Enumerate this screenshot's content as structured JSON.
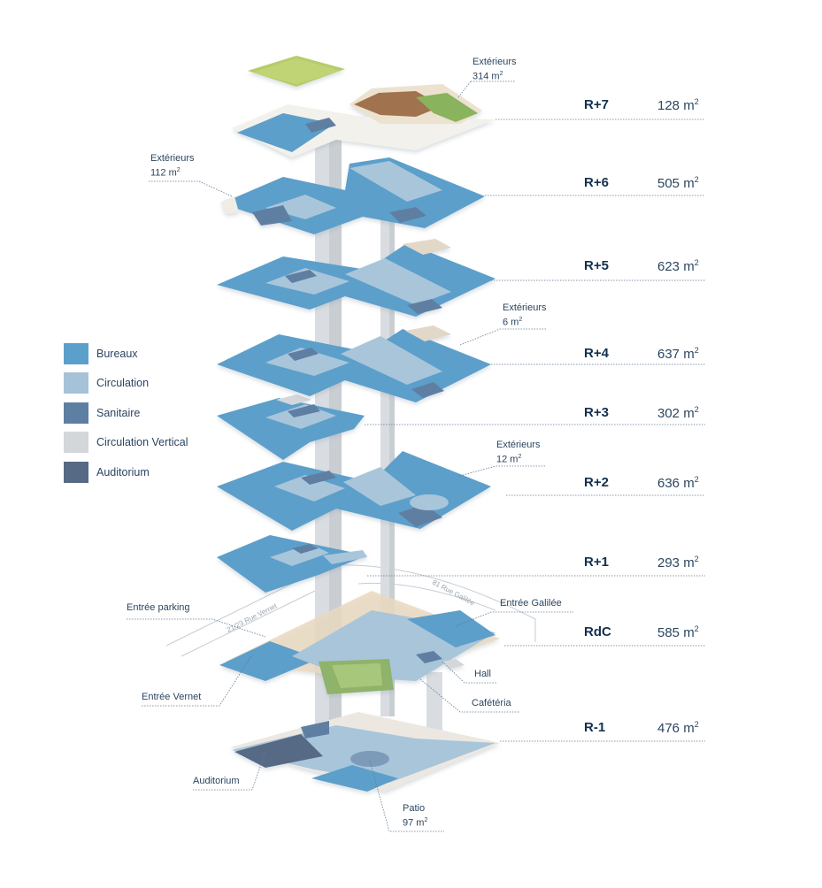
{
  "legend": [
    {
      "label": "Bureaux",
      "color": "#5b9fcb"
    },
    {
      "label": "Circulation",
      "color": "#a6c2d8"
    },
    {
      "label": "Sanitaire",
      "color": "#5e7fa2"
    },
    {
      "label": "Circulation Vertical",
      "color": "#d4d7da"
    },
    {
      "label": "Auditorium",
      "color": "#566a85"
    }
  ],
  "levels": [
    {
      "name": "R+7",
      "area": "128 m",
      "unit_sup": "2"
    },
    {
      "name": "R+6",
      "area": "505 m",
      "unit_sup": "2"
    },
    {
      "name": "R+5",
      "area": "623 m",
      "unit_sup": "2"
    },
    {
      "name": "R+4",
      "area": "637 m",
      "unit_sup": "2"
    },
    {
      "name": "R+3",
      "area": "302 m",
      "unit_sup": "2"
    },
    {
      "name": "R+2",
      "area": "636 m",
      "unit_sup": "2"
    },
    {
      "name": "R+1",
      "area": "293 m",
      "unit_sup": "2"
    },
    {
      "name": "RdC",
      "area": "585 m",
      "unit_sup": "2"
    },
    {
      "name": "R-1",
      "area": "476 m",
      "unit_sup": "2"
    }
  ],
  "annotations": {
    "ext_r7": {
      "title": "Extérieurs",
      "value": "314 m",
      "sup": "2"
    },
    "ext_r6": {
      "title": "Extérieurs",
      "value": "112 m",
      "sup": "2"
    },
    "ext_r4": {
      "title": "Extérieurs",
      "value": "6 m",
      "sup": "2"
    },
    "ext_r2": {
      "title": "Extérieurs",
      "value": "12 m",
      "sup": "2"
    },
    "entree_parking": "Entrée parking",
    "entree_galilee": "Entrée Galilée",
    "entree_vernet": "Entrée Vernet",
    "hall": "Hall",
    "cafeteria": "Cafétéria",
    "auditorium": "Auditorium",
    "patio": {
      "title": "Patio",
      "value": "97 m",
      "sup": "2"
    }
  },
  "streets": {
    "vernet": "21/23 Rue Vernet",
    "galilee": "81 Rue Galilée"
  }
}
